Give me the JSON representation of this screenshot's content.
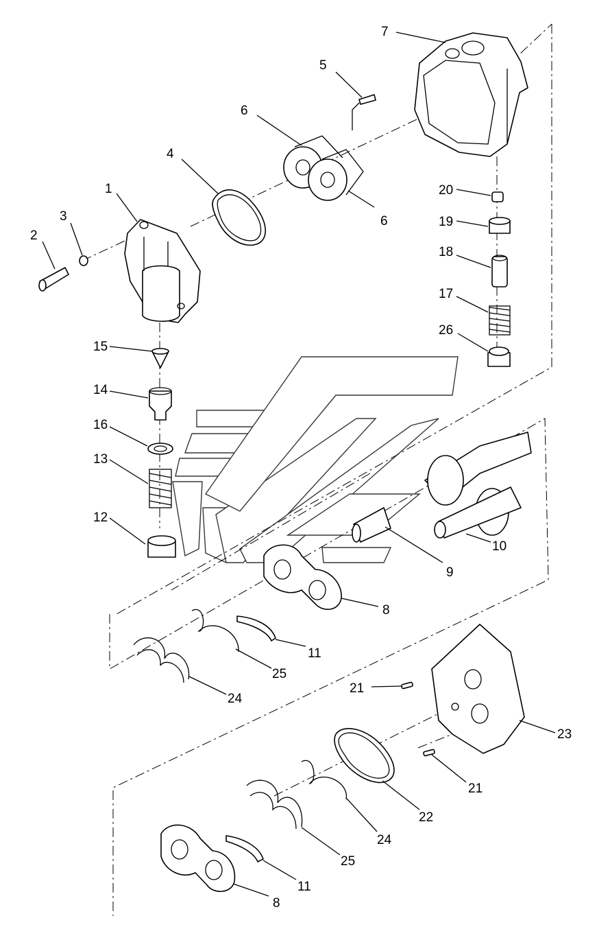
{
  "diagram": {
    "callouts": [
      {
        "id": "c7",
        "text": "7"
      },
      {
        "id": "c5",
        "text": "5"
      },
      {
        "id": "c6a",
        "text": "6"
      },
      {
        "id": "c4",
        "text": "4"
      },
      {
        "id": "c1",
        "text": "1"
      },
      {
        "id": "c6b",
        "text": "6"
      },
      {
        "id": "c2",
        "text": "2"
      },
      {
        "id": "c3",
        "text": "3"
      },
      {
        "id": "c20",
        "text": "20"
      },
      {
        "id": "c19",
        "text": "19"
      },
      {
        "id": "c18",
        "text": "18"
      },
      {
        "id": "c17",
        "text": "17"
      },
      {
        "id": "c26",
        "text": "26"
      },
      {
        "id": "c15",
        "text": "15"
      },
      {
        "id": "c14",
        "text": "14"
      },
      {
        "id": "c16",
        "text": "16"
      },
      {
        "id": "c13",
        "text": "13"
      },
      {
        "id": "c12",
        "text": "12"
      },
      {
        "id": "c10",
        "text": "10"
      },
      {
        "id": "c9",
        "text": "9"
      },
      {
        "id": "c8a",
        "text": "8"
      },
      {
        "id": "c11a",
        "text": "11"
      },
      {
        "id": "c25a",
        "text": "25"
      },
      {
        "id": "c24a",
        "text": "24"
      },
      {
        "id": "c21a",
        "text": "21"
      },
      {
        "id": "c23",
        "text": "23"
      },
      {
        "id": "c21b",
        "text": "21"
      },
      {
        "id": "c22",
        "text": "22"
      },
      {
        "id": "c24b",
        "text": "24"
      },
      {
        "id": "c25b",
        "text": "25"
      },
      {
        "id": "c11b",
        "text": "11"
      },
      {
        "id": "c8b",
        "text": "8"
      }
    ]
  }
}
